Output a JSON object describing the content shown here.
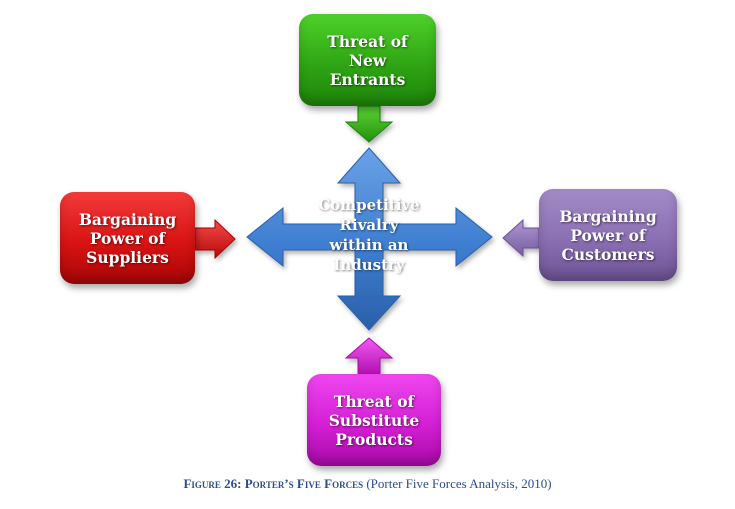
{
  "diagram": {
    "center": {
      "lines": [
        "Competitive",
        "Rivalry",
        "within an",
        "Industry"
      ],
      "color": "#3d7dd0"
    },
    "forces": {
      "new_entrants": {
        "lines": [
          "Threat of",
          "New",
          "Entrants"
        ],
        "color": "#2fa513"
      },
      "suppliers": {
        "lines": [
          "Bargaining",
          "Power of",
          "Suppliers"
        ],
        "color": "#d81313"
      },
      "customers": {
        "lines": [
          "Bargaining",
          "Power of",
          "Customers"
        ],
        "color": "#8b6fb3"
      },
      "substitutes": {
        "lines": [
          "Threat of",
          "Substitute",
          "Products"
        ],
        "color": "#d41fd4"
      }
    }
  },
  "caption": {
    "figure": "Figure 26: Porter’s Five Forces",
    "source": " (Porter Five Forces Analysis, 2010)",
    "color": "#2e4d8c"
  }
}
